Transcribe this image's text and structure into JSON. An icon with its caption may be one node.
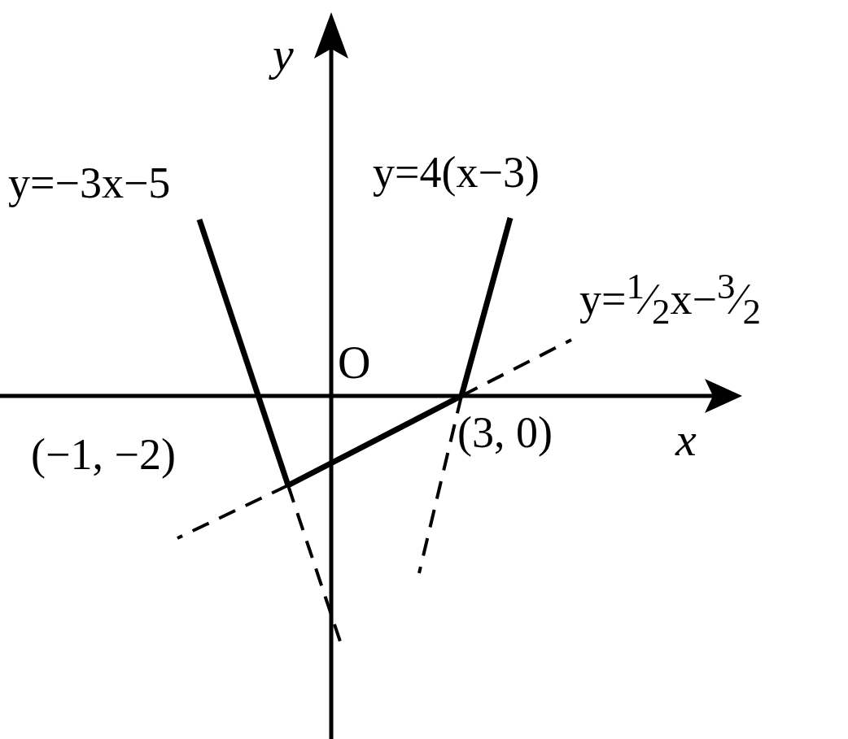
{
  "diagram": {
    "labels": [
      "y",
      "y=−3x−5",
      "y=4(x−3)",
      "y=$^{1}$⁄$_{2}$x−$^{3}$⁄$_{2}$",
      "O",
      "x",
      "(−1, −2)",
      "(3, 0)"
    ]
  }
}
